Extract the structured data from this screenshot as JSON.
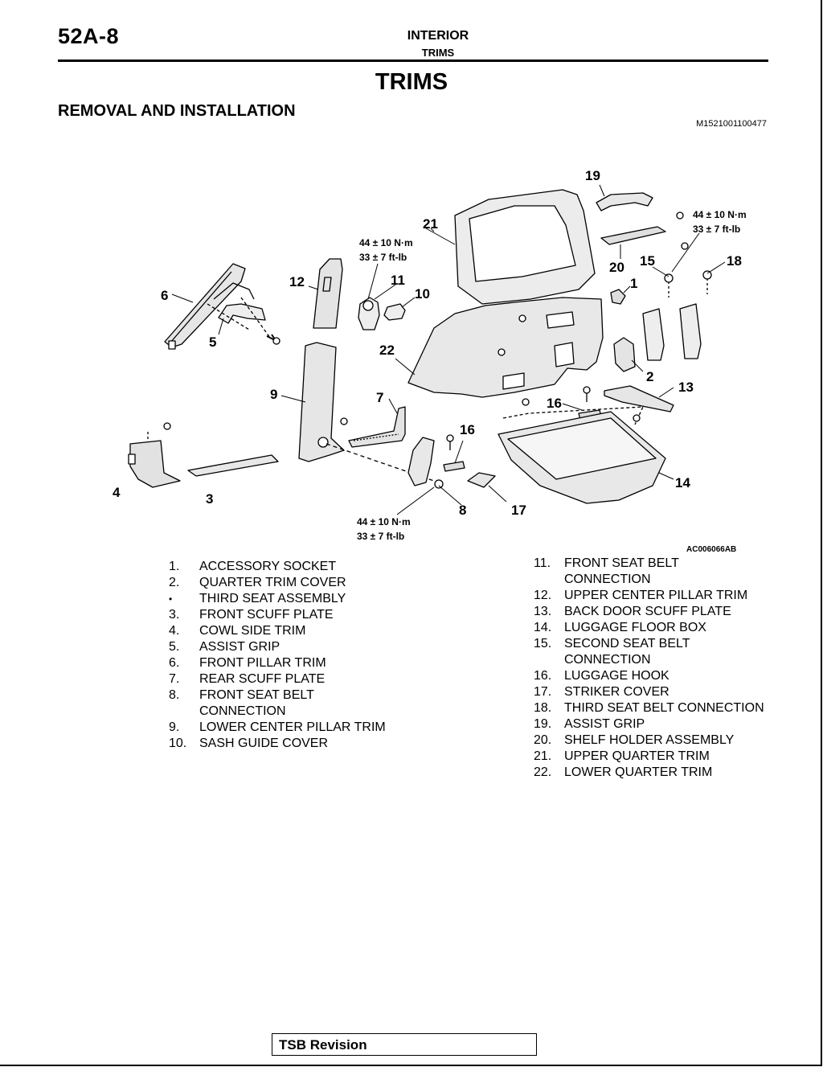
{
  "header": {
    "page_number": "52A-8",
    "section": "INTERIOR",
    "subsection": "TRIMS"
  },
  "title": "TRIMS",
  "subtitle": "REMOVAL AND INSTALLATION",
  "ref_code": "M1521001100477",
  "figure": {
    "code": "AC006066AB",
    "callouts": [
      "1",
      "2",
      "3",
      "4",
      "5",
      "6",
      "7",
      "8",
      "9",
      "10",
      "11",
      "12",
      "13",
      "14",
      "15",
      "16",
      "16",
      "17",
      "18",
      "19",
      "20",
      "21",
      "22"
    ],
    "torque": {
      "nm": "44 ± 10 N·m",
      "ftlb": "33 ± 7 ft-lb"
    }
  },
  "parts_left": [
    {
      "num": "1.",
      "text": "ACCESSORY SOCKET"
    },
    {
      "num": "2.",
      "text": "QUARTER TRIM COVER"
    },
    {
      "num": "•",
      "text": "THIRD SEAT ASSEMBLY"
    },
    {
      "num": "3.",
      "text": "FRONT SCUFF PLATE"
    },
    {
      "num": "4.",
      "text": "COWL SIDE TRIM"
    },
    {
      "num": "5.",
      "text": "ASSIST GRIP"
    },
    {
      "num": "6.",
      "text": "FRONT PILLAR TRIM"
    },
    {
      "num": "7.",
      "text": "REAR SCUFF PLATE"
    },
    {
      "num": "8.",
      "text": "FRONT SEAT BELT"
    },
    {
      "num": "",
      "text": "CONNECTION"
    },
    {
      "num": "9.",
      "text": "LOWER CENTER PILLAR TRIM"
    },
    {
      "num": "10.",
      "text": "SASH GUIDE COVER"
    }
  ],
  "parts_right": [
    {
      "num": "11.",
      "text": "FRONT SEAT BELT"
    },
    {
      "num": "",
      "text": "CONNECTION"
    },
    {
      "num": "12.",
      "text": "UPPER CENTER PILLAR TRIM"
    },
    {
      "num": "13.",
      "text": "BACK DOOR SCUFF PLATE"
    },
    {
      "num": "14.",
      "text": "LUGGAGE FLOOR BOX"
    },
    {
      "num": "15.",
      "text": "SECOND SEAT BELT"
    },
    {
      "num": "",
      "text": "CONNECTION"
    },
    {
      "num": "16.",
      "text": "LUGGAGE HOOK"
    },
    {
      "num": "17.",
      "text": "STRIKER COVER"
    },
    {
      "num": "18.",
      "text": "THIRD SEAT BELT CONNECTION"
    },
    {
      "num": "19.",
      "text": "ASSIST GRIP"
    },
    {
      "num": "20.",
      "text": "SHELF HOLDER ASSEMBLY"
    },
    {
      "num": "21.",
      "text": "UPPER QUARTER TRIM"
    },
    {
      "num": "22.",
      "text": "LOWER QUARTER TRIM"
    }
  ],
  "footer": {
    "tsb_label": "TSB Revision"
  }
}
